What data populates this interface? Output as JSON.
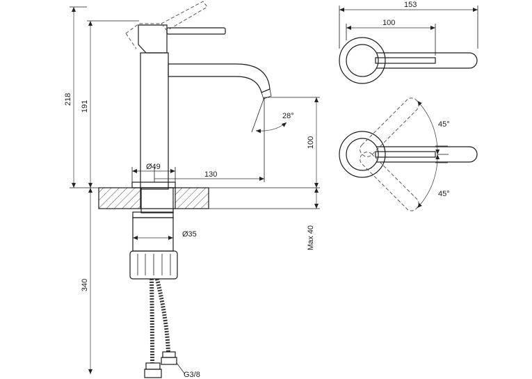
{
  "side_view": {
    "dim_total_height": "218",
    "dim_tap_height": "191",
    "dim_spout_height": "100",
    "dim_body_diameter": "Ø49",
    "dim_spout_reach": "130",
    "dim_spout_angle": "28°",
    "dim_shank_diameter": "Ø35",
    "dim_max_thickness": "Max 40",
    "dim_hose_length": "340",
    "dim_thread": "G3/8"
  },
  "top_view": {
    "dim_overall_length": "153",
    "dim_handle_length": "100"
  },
  "rotation_view": {
    "dim_angle_up": "45°",
    "dim_angle_down": "45°"
  }
}
